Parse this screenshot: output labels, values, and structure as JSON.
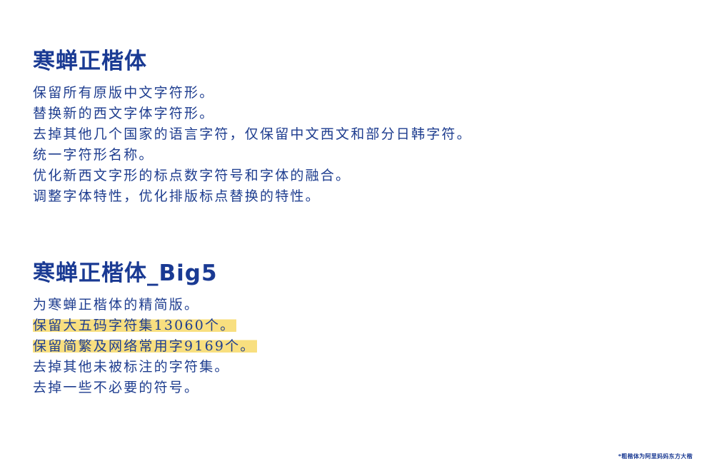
{
  "colors": {
    "text": "#1e3d8f",
    "heading": "#1a3a93",
    "highlight": "#f8df7f",
    "background": "#ffffff"
  },
  "sections": [
    {
      "title": "寒蝉正楷体",
      "lines": [
        {
          "text": "保留所有原版中文字符形。",
          "highlighted": false
        },
        {
          "text": "替换新的西文字体字符形。",
          "highlighted": false
        },
        {
          "text": "去掉其他几个国家的语言字符，仅保留中文西文和部分日韩字符。",
          "highlighted": false
        },
        {
          "text": "统一字符形名称。",
          "highlighted": false
        },
        {
          "text": "优化新西文字形的标点数字符号和字体的融合。",
          "highlighted": false
        },
        {
          "text": "调整字体特性，优化排版标点替换的特性。",
          "highlighted": false
        }
      ]
    },
    {
      "title": "寒蝉正楷体_Big5",
      "lines": [
        {
          "text": "为寒蝉正楷体的精简版。",
          "highlighted": false
        },
        {
          "text": "保留大五码字符集13060个。",
          "highlighted": true
        },
        {
          "text": "保留简繁及网络常用字9169个。",
          "highlighted": true
        },
        {
          "text": "去掉其他未被标注的字符集。",
          "highlighted": false
        },
        {
          "text": "去掉一些不必要的符号。",
          "highlighted": false
        }
      ]
    }
  ],
  "footnote": "*粗楷体为阿里妈妈东方大楷"
}
